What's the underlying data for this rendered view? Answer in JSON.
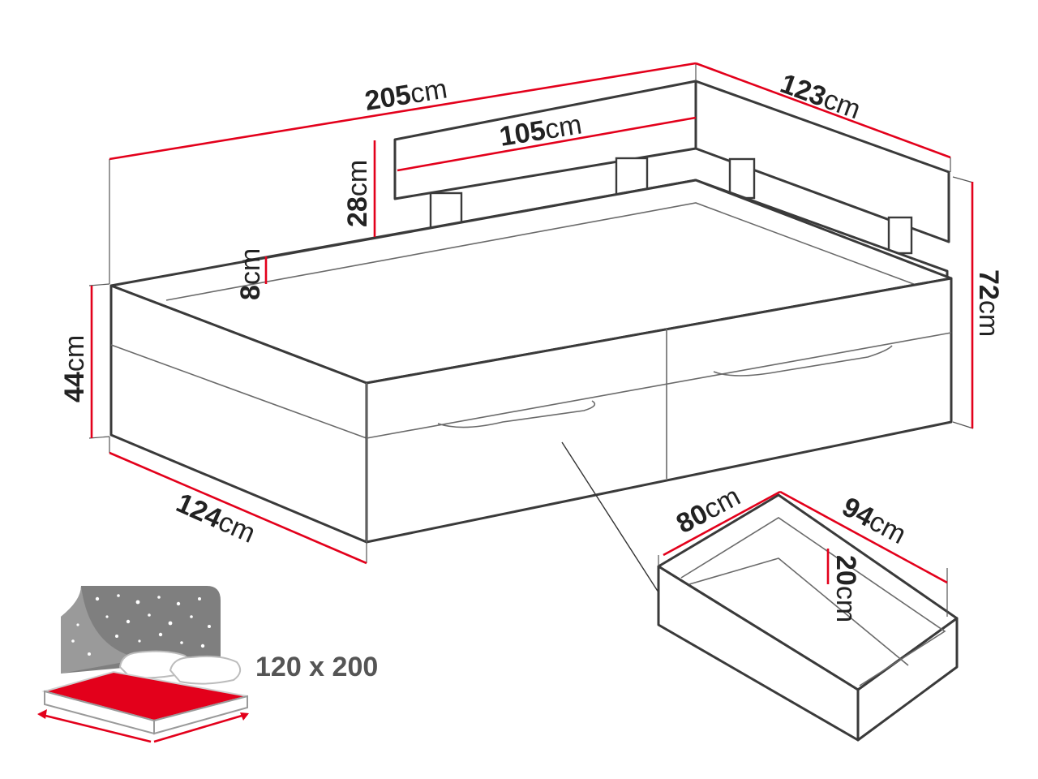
{
  "unit": "cm",
  "dimensions": {
    "total_length": "205",
    "side_depth": "123",
    "headboard_length": "105",
    "headboard_height": "28",
    "frame_rim": "8",
    "frame_height": "44",
    "total_height": "72",
    "frame_width": "124",
    "drawer_width": "80",
    "drawer_depth": "94",
    "drawer_height": "20"
  },
  "mattress": {
    "size_label": "120 x 200"
  },
  "colors": {
    "dimension_line": "#e3001b",
    "outline": "#3a3a3a",
    "mattress": "#e3001b",
    "night_panel": "#7f7f7f"
  }
}
